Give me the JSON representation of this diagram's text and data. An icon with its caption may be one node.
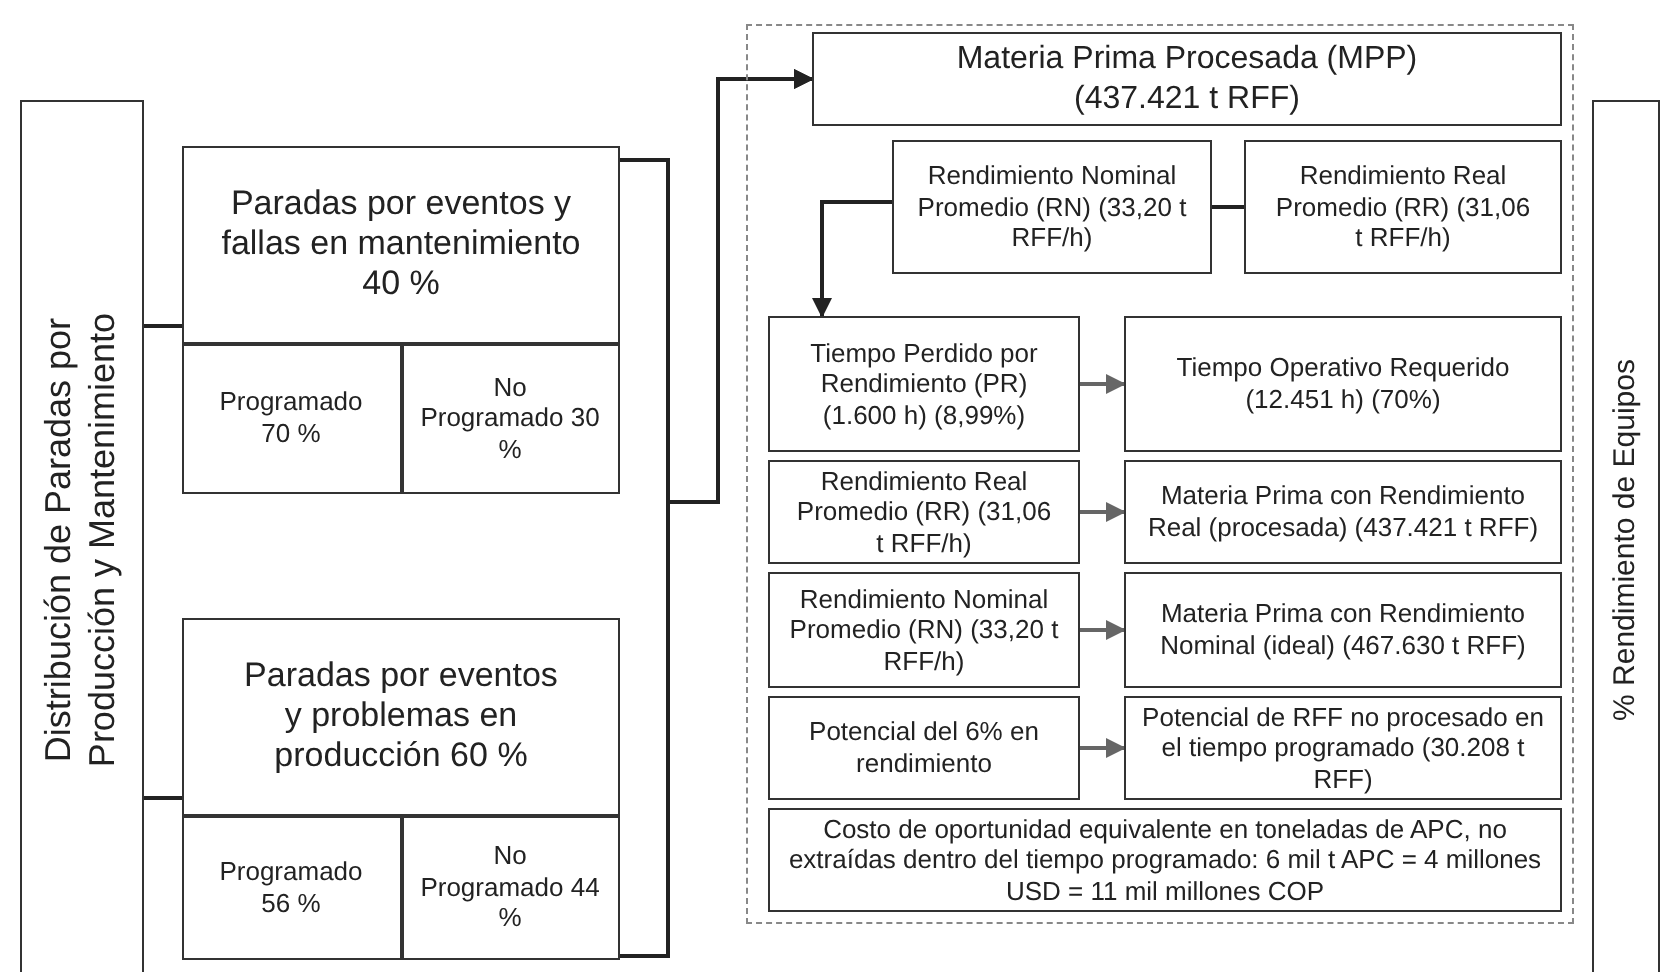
{
  "diagram": {
    "nodes": [
      {
        "text": [
          "Distribución de Paradas por Producción y Mantenimiento"
        ]
      },
      {
        "text": [
          "Paradas por eventos y fallas en mantenimiento 40 %"
        ]
      },
      {
        "text": [
          "Programado 70 %"
        ],
        "in": 1
      },
      {
        "text": [
          "No Programado 30 %"
        ],
        "in": 1
      },
      {
        "text": [
          "Paradas por eventos y problemas en producción 60 %"
        ]
      },
      {
        "text": [
          "Programado 56 %"
        ],
        "in": 4
      },
      {
        "text": [
          "No Programado 44 %"
        ],
        "in": 4
      },
      {
        "text": [],
        "shape": "box"
      },
      {
        "text": [
          "Materia Prima Procesada (MPP) (437.421 t RFF)"
        ],
        "in": 7
      },
      {
        "text": [
          "Rendimiento Nominal Promedio (RN) (33,20 t RFF/h)"
        ],
        "in": 7
      },
      {
        "text": [
          "Rendimiento Real Promedio (RR) (31,06 t RFF/h)"
        ],
        "in": 7
      },
      {
        "text": [
          "Tiempo Perdido por Rendimiento (PR) (1.600 h) (8,99%)"
        ],
        "in": 7
      },
      {
        "text": [
          "Tiempo Operativo Requerido (12.451 h) (70%)"
        ],
        "in": 7
      },
      {
        "text": [
          "Rendimiento Real Promedio (RR) (31,06 t RFF/h)"
        ],
        "in": 7
      },
      {
        "text": [
          "Materia Prima con Rendimiento Real (procesada) (437.421 t RFF)"
        ],
        "in": 7
      },
      {
        "text": [
          "Rendimiento Nominal Promedio (RN) (33,20 t RFF/h)"
        ],
        "in": 7
      },
      {
        "text": [
          "Materia Prima con Rendimiento Nominal (ideal) (467.630 t RFF)"
        ],
        "in": 7
      },
      {
        "text": [
          "Potencial del 6% en rendimiento"
        ],
        "in": 7
      },
      {
        "text": [
          "Potencial de RFF no procesado en el tiempo programado (30.208 t RFF)"
        ],
        "in": 7
      },
      {
        "text": [
          "Costo de oportunidad equivalente en toneladas de APC, no extraídas dentro del tiempo programado: 6 mil t APC = 4 millones USD = 11 mil millones COP"
        ],
        "in": 7
      },
      {
        "text": [
          "% Rendimiento de Equipos"
        ]
      }
    ],
    "edges": [
      {
        "from": 0,
        "to": 1,
        "arrow": "none"
      },
      {
        "from": 0,
        "to": 4,
        "arrow": "none"
      },
      {
        "from": 1,
        "to": 8,
        "arrow": "to"
      },
      {
        "from": 4,
        "to": 8,
        "arrow": "to"
      },
      {
        "from": 9,
        "to": 10,
        "arrow": "none"
      },
      {
        "from": 9,
        "to": 11,
        "arrow": "to"
      },
      {
        "from": 11,
        "to": 12,
        "arrow": "to",
        "color": "#666666"
      },
      {
        "from": 13,
        "to": 14,
        "arrow": "to",
        "color": "#666666"
      },
      {
        "from": 15,
        "to": 16,
        "arrow": "to",
        "color": "#666666"
      },
      {
        "from": 17,
        "to": 18,
        "arrow": "to",
        "color": "#666666"
      }
    ]
  }
}
